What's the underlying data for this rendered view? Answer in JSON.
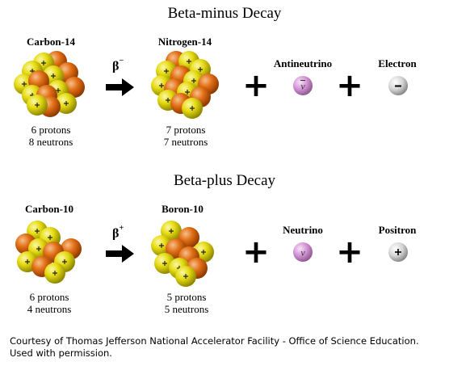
{
  "beta_minus": {
    "title": "Beta-minus Decay",
    "parent": {
      "name": "Carbon-14",
      "protons": "6 protons",
      "neutrons": "8 neutrons"
    },
    "decay_symbol": "β",
    "decay_sign": "−",
    "daughter": {
      "name": "Nitrogen-14",
      "protons": "7 protons",
      "neutrons": "7 neutrons"
    },
    "particle1": {
      "name": "Antineutrino",
      "symbol": "ν̄"
    },
    "particle2": {
      "name": "Electron",
      "symbol": "-"
    }
  },
  "beta_plus": {
    "title": "Beta-plus Decay",
    "parent": {
      "name": "Carbon-10",
      "protons": "6 protons",
      "neutrons": "4 neutrons"
    },
    "decay_symbol": "β",
    "decay_sign": "+",
    "daughter": {
      "name": "Boron-10",
      "protons": "5 protons",
      "neutrons": "5 neutrons"
    },
    "particle1": {
      "name": "Neutrino",
      "symbol": "ν"
    },
    "particle2": {
      "name": "Positron",
      "symbol": "+"
    }
  },
  "plus_symbol": "+",
  "colors": {
    "proton": "#e8e01a",
    "neutron": "#e8741a",
    "neutrino": "#d79ad9",
    "lepton": "#d8d8d8"
  },
  "footer": {
    "line1": "Courtesy of Thomas Jefferson National Accelerator Facility - Office of Science Education.",
    "line2": "Used with permission."
  }
}
